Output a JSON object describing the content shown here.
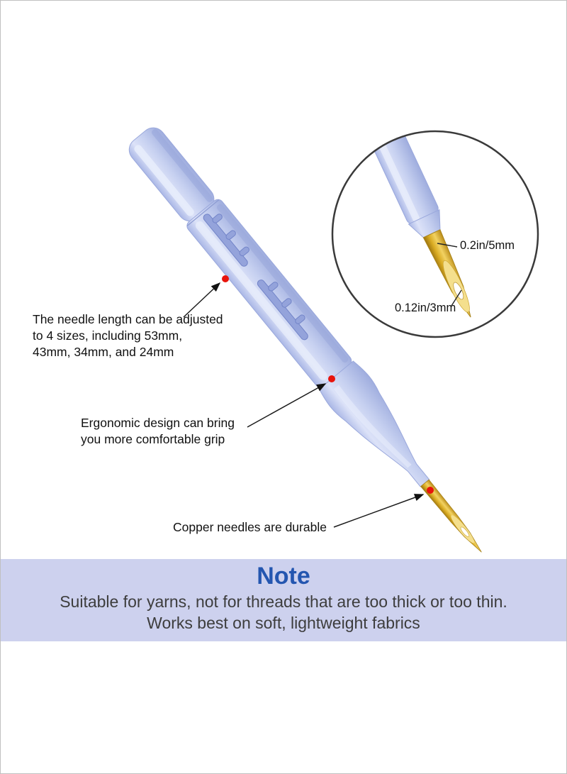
{
  "annotations": {
    "needle_length": {
      "line1": "The needle length can be adjusted",
      "line2": "to 4 sizes, including 53mm,",
      "line3": "43mm, 34mm, and 24mm"
    },
    "ergonomic": {
      "line1": "Ergonomic design can bring",
      "line2": "you more comfortable grip"
    },
    "copper": {
      "text": "Copper needles are durable"
    }
  },
  "inset": {
    "needle_width_label": "0.2in/5mm",
    "hole_width_label": "0.12in/3mm"
  },
  "note": {
    "title": "Note",
    "line1": "Suitable for yarns, not for threads that are too thick or too thin.",
    "line2": "Works best on soft, lightweight fabrics"
  },
  "colors": {
    "pen_body": "#c6d0f0",
    "pen_shadow": "#97a6da",
    "needle_gold": "#d9ab22",
    "red_dot": "#e8140c",
    "note_background": "#cdd1ee",
    "note_title": "#2456b0",
    "annotation_text": "#111111"
  }
}
